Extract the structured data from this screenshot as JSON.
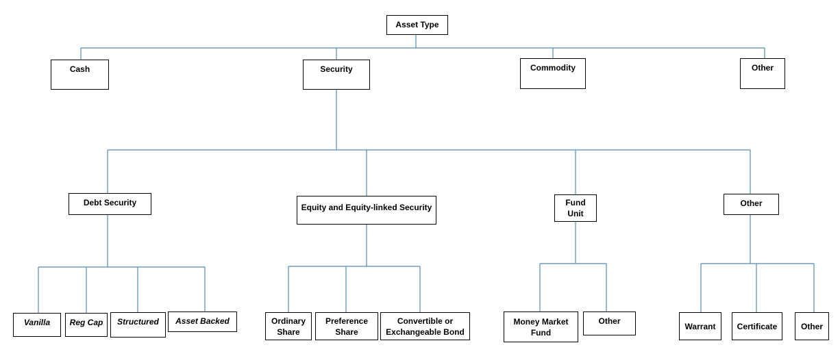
{
  "diagram": {
    "line_color": "#4f8ab0",
    "nodes": {
      "root": "Asset Type",
      "cash": "Cash",
      "security": "Security",
      "commodity": "Commodity",
      "other_top": "Other",
      "debt_security": "Debt Security",
      "equity_security": "Equity and Equity-linked Security",
      "fund_unit": "Fund\nUnit",
      "other_sec": "Other",
      "vanilla": "Vanilla",
      "reg_cap": "Reg Cap",
      "structured": "Structured",
      "asset_backed": "Asset Backed",
      "ordinary_share": "Ordinary\nShare",
      "preference_share": "Preference\nShare",
      "convertible_bond": "Convertible or\nExchangeable Bond",
      "money_market_fund": "Money Market\nFund",
      "fund_other": "Other",
      "warrant": "Warrant",
      "certificate": "Certificate",
      "other_leaf": "Other"
    }
  }
}
